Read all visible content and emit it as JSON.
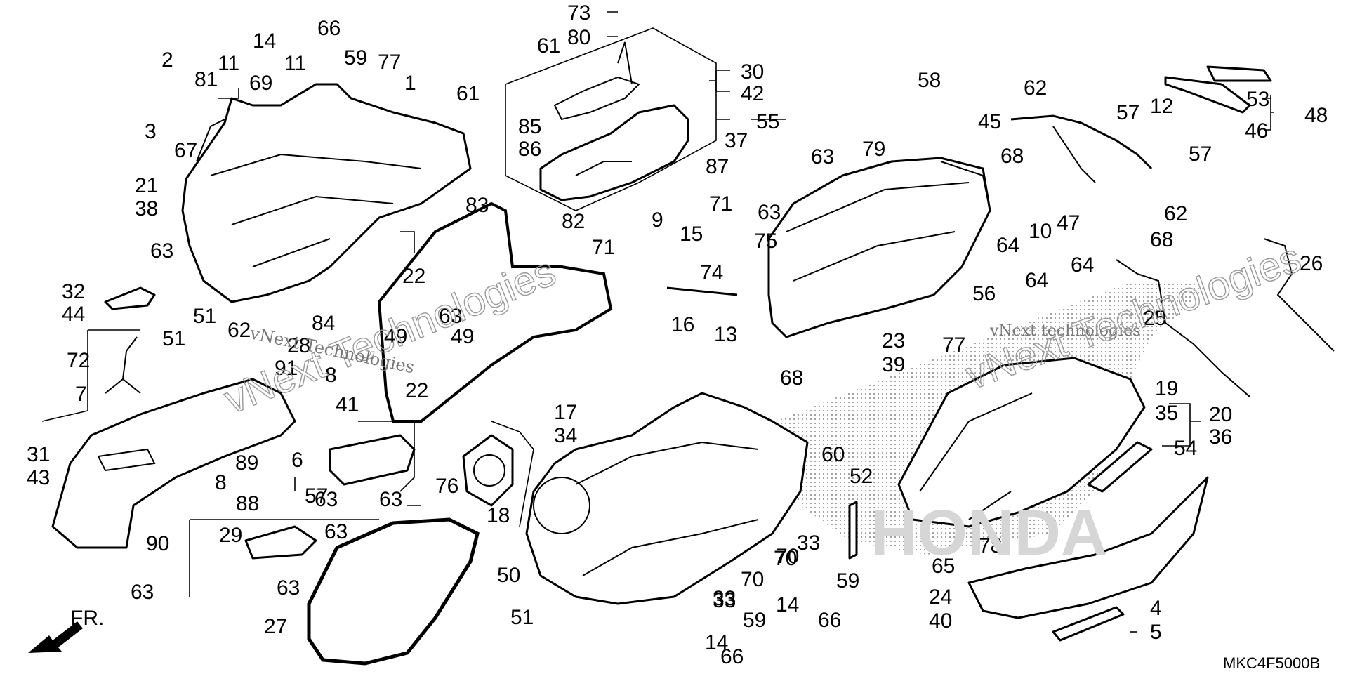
{
  "diagram": {
    "code": "MKC4F5000B",
    "direction_label": "FR.",
    "watermark": {
      "text_1": "vNext Technologies",
      "text_2": "vNext Technologies",
      "text_3": "vNext technologies",
      "text_4": "vNext Technologies"
    },
    "brand_watermark": "HONDA",
    "callouts": [
      {
        "id": "c1",
        "text": "73"
      },
      {
        "id": "c2",
        "text": "80"
      },
      {
        "id": "c3",
        "text": "61"
      },
      {
        "id": "c4",
        "text": "30"
      },
      {
        "id": "c5",
        "text": "42"
      },
      {
        "id": "c6",
        "text": "55"
      },
      {
        "id": "c7",
        "text": "85"
      },
      {
        "id": "c8",
        "text": "86"
      },
      {
        "id": "c9",
        "text": "87"
      },
      {
        "id": "c10",
        "text": "37"
      },
      {
        "id": "c11",
        "text": "71"
      },
      {
        "id": "c12",
        "text": "9"
      },
      {
        "id": "c13",
        "text": "82"
      },
      {
        "id": "c14",
        "text": "71"
      },
      {
        "id": "c15",
        "text": "15"
      },
      {
        "id": "c16",
        "text": "75"
      },
      {
        "id": "c17",
        "text": "74"
      },
      {
        "id": "c18",
        "text": "16"
      },
      {
        "id": "c19",
        "text": "13"
      },
      {
        "id": "c20",
        "text": "66"
      },
      {
        "id": "c21",
        "text": "14"
      },
      {
        "id": "c22",
        "text": "59"
      },
      {
        "id": "c23",
        "text": "2"
      },
      {
        "id": "c24",
        "text": "11"
      },
      {
        "id": "c25",
        "text": "11"
      },
      {
        "id": "c26",
        "text": "77"
      },
      {
        "id": "c27",
        "text": "81"
      },
      {
        "id": "c28",
        "text": "69"
      },
      {
        "id": "c29",
        "text": "1"
      },
      {
        "id": "c30",
        "text": "3"
      },
      {
        "id": "c31",
        "text": "67"
      },
      {
        "id": "c32",
        "text": "61"
      },
      {
        "id": "c33",
        "text": "21"
      },
      {
        "id": "c34",
        "text": "38"
      },
      {
        "id": "c35",
        "text": "83"
      },
      {
        "id": "c36",
        "text": "63"
      },
      {
        "id": "c37",
        "text": "22"
      },
      {
        "id": "c38",
        "text": "32"
      },
      {
        "id": "c39",
        "text": "44"
      },
      {
        "id": "c40",
        "text": "84"
      },
      {
        "id": "c41",
        "text": "63"
      },
      {
        "id": "c42",
        "text": "28"
      },
      {
        "id": "c43",
        "text": "49"
      },
      {
        "id": "c44",
        "text": "49"
      },
      {
        "id": "c45",
        "text": "22"
      },
      {
        "id": "c46",
        "text": "51"
      },
      {
        "id": "c47",
        "text": "51"
      },
      {
        "id": "c48",
        "text": "62"
      },
      {
        "id": "c49",
        "text": "72"
      },
      {
        "id": "c50",
        "text": "7"
      },
      {
        "id": "c51",
        "text": "91"
      },
      {
        "id": "c52",
        "text": "8"
      },
      {
        "id": "c53",
        "text": "41"
      },
      {
        "id": "c54",
        "text": "31"
      },
      {
        "id": "c55",
        "text": "43"
      },
      {
        "id": "c56",
        "text": "89"
      },
      {
        "id": "c57",
        "text": "6"
      },
      {
        "id": "c58",
        "text": "8"
      },
      {
        "id": "c59",
        "text": "57"
      },
      {
        "id": "c60",
        "text": "88"
      },
      {
        "id": "c61",
        "text": "63"
      },
      {
        "id": "c62",
        "text": "63"
      },
      {
        "id": "c63",
        "text": "90"
      },
      {
        "id": "c64",
        "text": "63"
      },
      {
        "id": "c65",
        "text": "29"
      },
      {
        "id": "c66",
        "text": "63"
      },
      {
        "id": "c67",
        "text": "63"
      },
      {
        "id": "c68",
        "text": "27"
      },
      {
        "id": "c69",
        "text": "76"
      },
      {
        "id": "c70",
        "text": "18"
      },
      {
        "id": "c71",
        "text": "17"
      },
      {
        "id": "c72",
        "text": "34"
      },
      {
        "id": "c73",
        "text": "50"
      },
      {
        "id": "c74",
        "text": "51"
      },
      {
        "id": "c75",
        "text": "70"
      },
      {
        "id": "c76",
        "text": "33"
      },
      {
        "id": "c77",
        "text": "70"
      },
      {
        "id": "c78",
        "text": "33"
      },
      {
        "id": "c79",
        "text": "59"
      },
      {
        "id": "c80",
        "text": "14"
      },
      {
        "id": "c81",
        "text": "66"
      },
      {
        "id": "c82",
        "text": "68"
      },
      {
        "id": "c83",
        "text": "60"
      },
      {
        "id": "c84",
        "text": "52"
      },
      {
        "id": "c85",
        "text": "33"
      },
      {
        "id": "c86",
        "text": "70"
      },
      {
        "id": "c87",
        "text": "59"
      },
      {
        "id": "c88",
        "text": "14"
      },
      {
        "id": "c89",
        "text": "66"
      },
      {
        "id": "c90",
        "text": "58"
      },
      {
        "id": "c91",
        "text": "79"
      },
      {
        "id": "c92",
        "text": "63"
      },
      {
        "id": "c93",
        "text": "63"
      },
      {
        "id": "c94",
        "text": "56"
      },
      {
        "id": "c95",
        "text": "77"
      },
      {
        "id": "c96",
        "text": "23"
      },
      {
        "id": "c97",
        "text": "39"
      },
      {
        "id": "c98",
        "text": "62"
      },
      {
        "id": "c99",
        "text": "45"
      },
      {
        "id": "c100",
        "text": "12"
      },
      {
        "id": "c101",
        "text": "57"
      },
      {
        "id": "c102",
        "text": "53"
      },
      {
        "id": "c103",
        "text": "46"
      },
      {
        "id": "c104",
        "text": "48"
      },
      {
        "id": "c105",
        "text": "68"
      },
      {
        "id": "c106",
        "text": "57"
      },
      {
        "id": "c107",
        "text": "62"
      },
      {
        "id": "c108",
        "text": "10"
      },
      {
        "id": "c109",
        "text": "47"
      },
      {
        "id": "c110",
        "text": "64"
      },
      {
        "id": "c111",
        "text": "64"
      },
      {
        "id": "c112",
        "text": "64"
      },
      {
        "id": "c113",
        "text": "68"
      },
      {
        "id": "c114",
        "text": "26"
      },
      {
        "id": "c115",
        "text": "25"
      },
      {
        "id": "c116",
        "text": "19"
      },
      {
        "id": "c117",
        "text": "35"
      },
      {
        "id": "c118",
        "text": "20"
      },
      {
        "id": "c119",
        "text": "36"
      },
      {
        "id": "c120",
        "text": "54"
      },
      {
        "id": "c121",
        "text": "65"
      },
      {
        "id": "c122",
        "text": "78"
      },
      {
        "id": "c123",
        "text": "24"
      },
      {
        "id": "c124",
        "text": "40"
      },
      {
        "id": "c125",
        "text": "4"
      },
      {
        "id": "c126",
        "text": "5"
      }
    ]
  }
}
